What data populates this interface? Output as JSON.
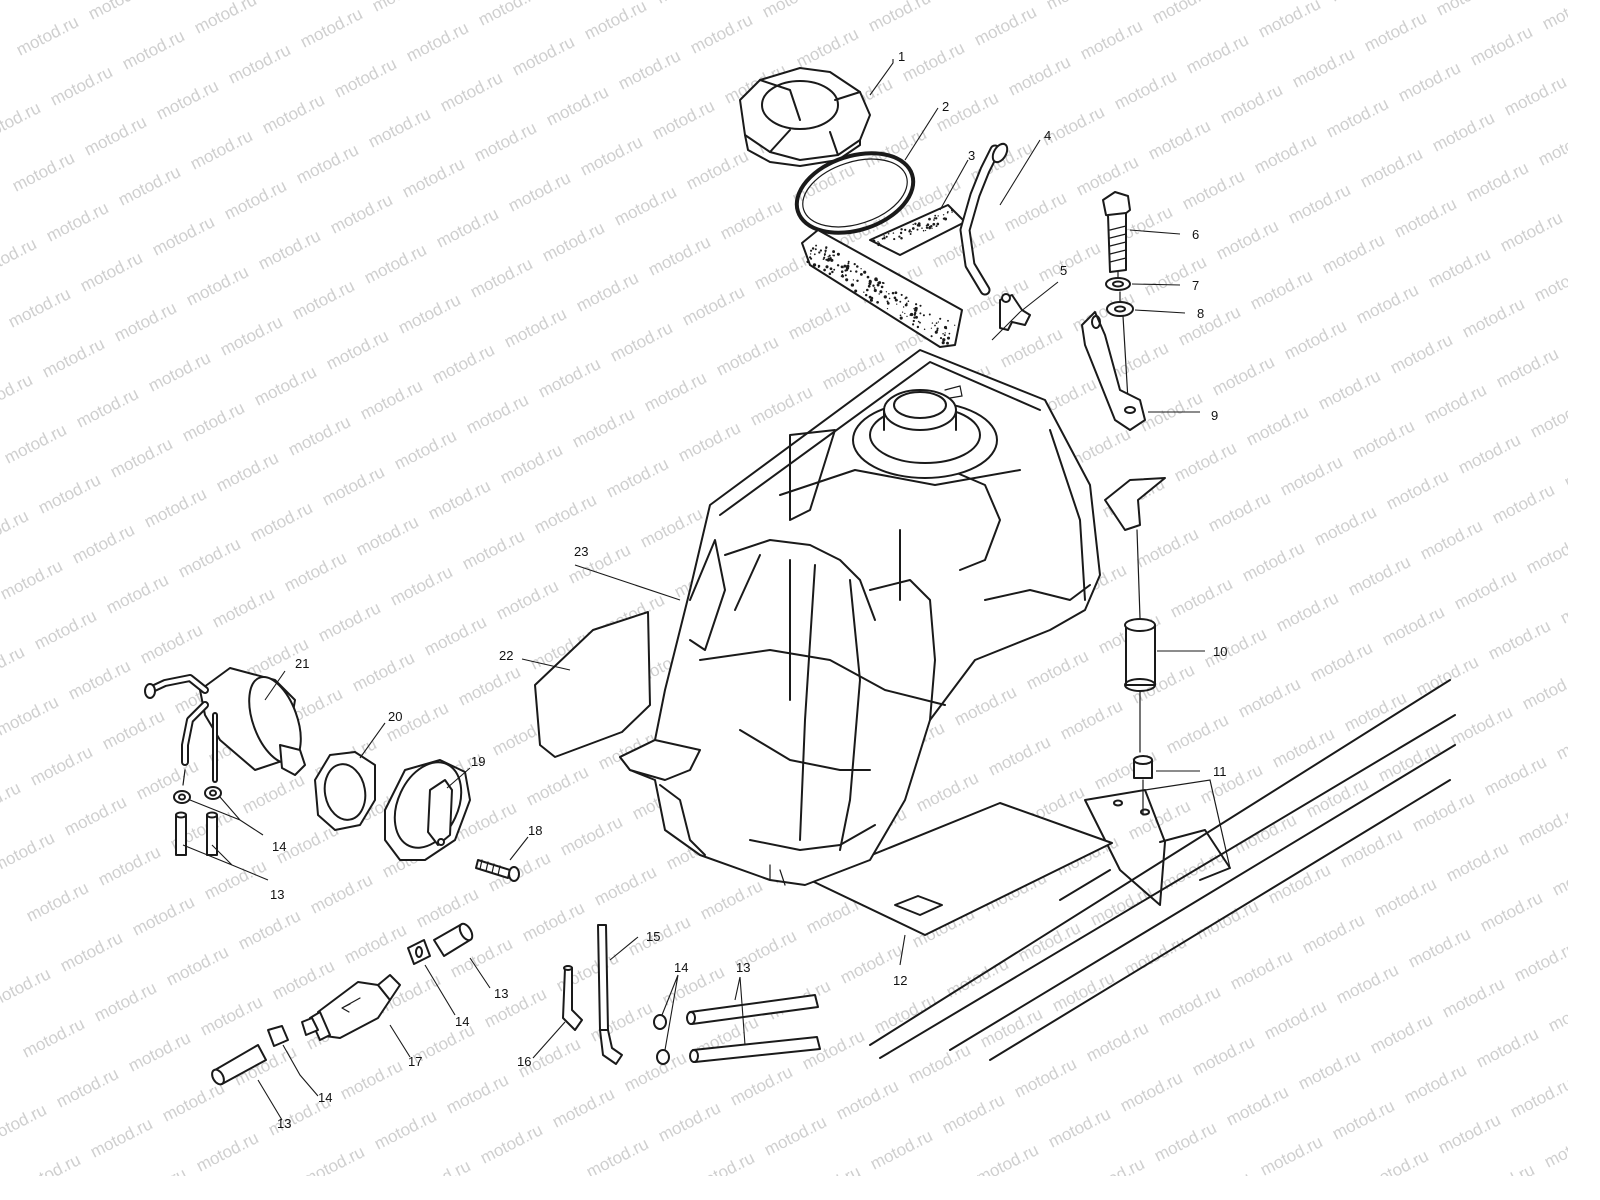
{
  "watermark": "motod.ru",
  "callouts": {
    "c1": "1",
    "c2": "2",
    "c3": "3",
    "c4": "4",
    "c5": "5",
    "c6": "6",
    "c7": "7",
    "c8": "8",
    "c9": "9",
    "c10": "10",
    "c11": "11",
    "c12": "12",
    "c13": "13",
    "c14": "14",
    "c15": "15",
    "c16": "16",
    "c17": "17",
    "c18": "18",
    "c19": "19",
    "c20": "20",
    "c21": "21",
    "c22": "22",
    "c23": "23"
  }
}
